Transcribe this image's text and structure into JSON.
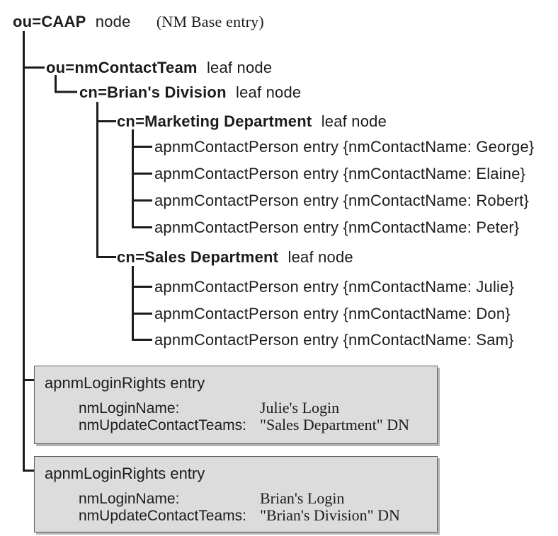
{
  "root_node": {
    "name": "ou=CAAP",
    "type_label": "node",
    "annotation": "(NM Base entry)"
  },
  "tree_nodes": {
    "nm_contact_team": {
      "name": "ou=nmContactTeam",
      "type_label": "leaf node"
    },
    "brians_division": {
      "name": "cn=Brian's Division",
      "type_label": "leaf node"
    },
    "marketing_department": {
      "name": "cn=Marketing Department",
      "type_label": "leaf node"
    },
    "sales_department": {
      "name": "cn=Sales Department",
      "type_label": "leaf node"
    }
  },
  "contact_person_entries": {
    "marketing": [
      "apnmContactPerson entry {nmContactName: George}",
      "apnmContactPerson entry {nmContactName: Elaine}",
      "apnmContactPerson entry {nmContactName: Robert}",
      "apnmContactPerson entry {nmContactName: Peter}"
    ],
    "sales": [
      "apnmContactPerson entry {nmContactName: Julie}",
      "apnmContactPerson entry {nmContactName: Don}",
      "apnmContactPerson entry {nmContactName: Sam}"
    ]
  },
  "login_rights_boxes": [
    {
      "title": "apnmLoginRights entry",
      "attributes": [
        {
          "label": "nmLoginName:",
          "value": "Julie's Login"
        },
        {
          "label": "nmUpdateContactTeams:",
          "value": "\"Sales Department\" DN"
        }
      ]
    },
    {
      "title": "apnmLoginRights entry",
      "attributes": [
        {
          "label": "nmLoginName:",
          "value": "Brian's Login"
        },
        {
          "label": "nmUpdateContactTeams:",
          "value": "\"Brian's Division\" DN"
        }
      ]
    }
  ],
  "colors": {
    "background": "#ffffff",
    "line_color": "#1c1c1c",
    "box_fill": "#dcdcdc",
    "box_border": "#5f5f5f",
    "box_shadow": "#b3b3b3"
  }
}
